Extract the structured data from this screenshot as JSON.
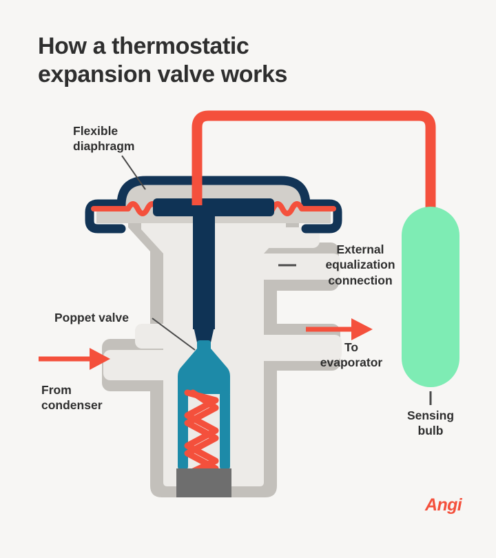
{
  "page": {
    "background_color": "#f7f6f4",
    "title": "How a thermostatic\nexpansion valve works"
  },
  "colors": {
    "background": "#f7f6f4",
    "title_text": "#2e2e2e",
    "label_text": "#2e2e2e",
    "coral_red": "#f4503c",
    "navy": "#123456",
    "navy_dark": "#0f3355",
    "teal": "#1d8aa8",
    "mint_green": "#7eecb4",
    "body_gray_outer": "#c3c0bb",
    "body_gray_inner": "#edebe8",
    "block_gray": "#6e6e6e",
    "leader_line": "#4a4a4a",
    "logo": "#f4503c"
  },
  "labels": {
    "flexible_diaphragm": "Flexible\ndiaphragm",
    "poppet_valve": "Poppet valve",
    "from_condenser": "From\ncondenser",
    "external_equalization": "External\nequalization\nconnection",
    "to_evaporator": "To\nevaporator",
    "sensing_bulb": "Sensing\nbulb"
  },
  "logo": {
    "text": "Angi"
  },
  "diagram": {
    "type": "technical-illustration",
    "subject": "thermostatic expansion valve (TXV)",
    "parts": [
      {
        "name": "valve-head-dome",
        "color": "#123456",
        "description": "navy outlined dome housing at top of valve"
      },
      {
        "name": "flexible-diaphragm",
        "color": "#f4503c",
        "description": "coral wavy line spanning the valve head interior"
      },
      {
        "name": "push-rod",
        "color": "#123456",
        "description": "navy T-shaped rod from diaphragm down to poppet"
      },
      {
        "name": "poppet-valve",
        "color": "#1d8aa8",
        "description": "teal poppet and cage below push rod"
      },
      {
        "name": "spring",
        "color": "#f4503c",
        "description": "coral coil spring inside poppet cage"
      },
      {
        "name": "adjustment-block",
        "color": "#6e6e6e",
        "description": "dark gray block at base of spring"
      },
      {
        "name": "valve-body",
        "color": "#c3c0bb",
        "description": "gray valve body with inlet, outlet and equalization ports"
      },
      {
        "name": "capillary-tube",
        "color": "#f4503c",
        "description": "coral tube from valve head up over to sensing bulb"
      },
      {
        "name": "sensing-bulb",
        "color": "#7eecb4",
        "description": "mint green capsule at right"
      }
    ],
    "flow_arrows": [
      {
        "name": "inlet-arrow",
        "label": "From condenser",
        "direction": "right",
        "color": "#f4503c"
      },
      {
        "name": "outlet-arrow",
        "label": "To evaporator",
        "direction": "right",
        "color": "#f4503c"
      }
    ]
  }
}
